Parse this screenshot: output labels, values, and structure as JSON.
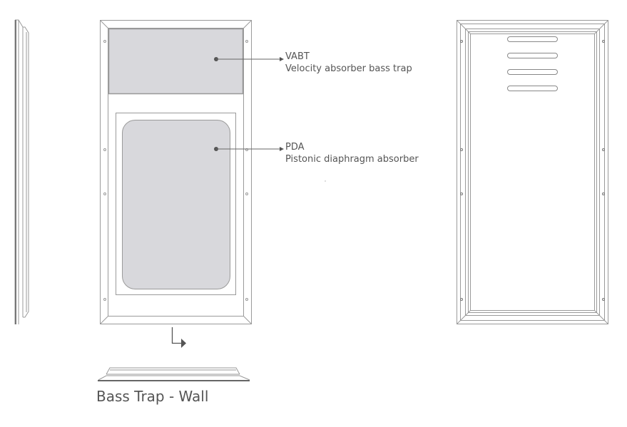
{
  "title": "Bass Trap - Wall",
  "labels": [
    {
      "code": "VABT",
      "description": "Velocity absorber bass trap"
    },
    {
      "code": "PDA",
      "description": "Pistonic diaphragm absorber"
    }
  ],
  "colors": {
    "line": "#9a9a9a",
    "panel": "#d8d8dc",
    "text": "#555555",
    "accent": "#555555"
  }
}
